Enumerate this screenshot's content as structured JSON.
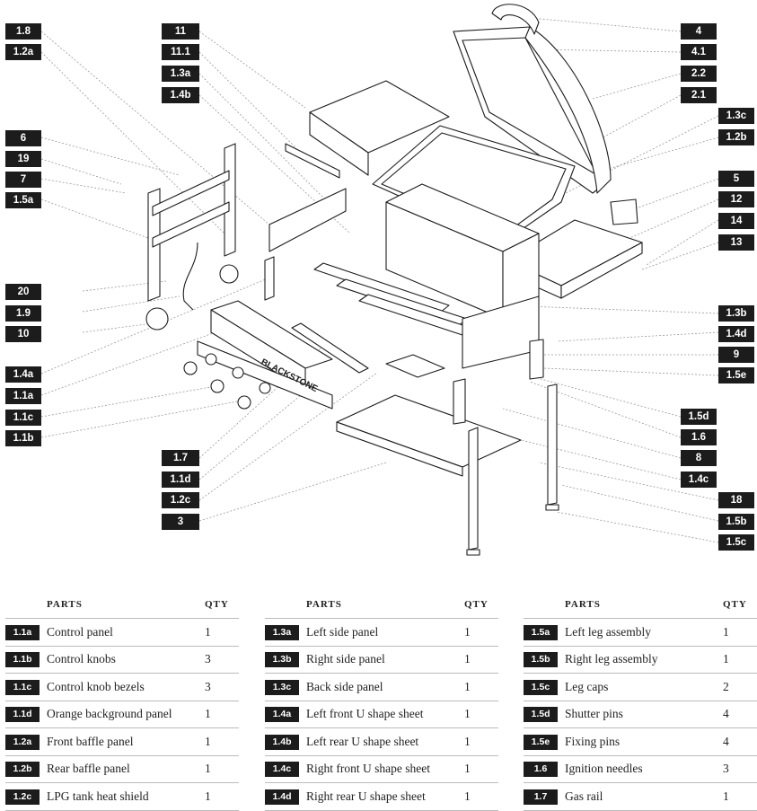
{
  "callouts_left": [
    "1.8",
    "1.2a",
    "6",
    "19",
    "7",
    "1.5a",
    "20",
    "1.9",
    "10",
    "1.4a",
    "1.1a",
    "1.1c",
    "1.1b"
  ],
  "callouts_mid": [
    "11",
    "11.1",
    "1.3a",
    "1.4b",
    "1.7",
    "1.1d",
    "1.2c",
    "3"
  ],
  "callouts_right": [
    "4",
    "4.1",
    "2.2",
    "2.1",
    "1.3c",
    "1.2b",
    "5",
    "12",
    "14",
    "13",
    "1.3b",
    "1.4d",
    "9",
    "1.5e",
    "1.5d",
    "1.6",
    "8",
    "1.4c",
    "18",
    "1.5b",
    "1.5c"
  ],
  "brand_text": "BLACKSTONE",
  "tables": [
    {
      "header": {
        "parts": "PARTS",
        "qty": "QTY"
      },
      "rows": [
        {
          "id": "1.1a",
          "name": "Control panel",
          "qty": "1"
        },
        {
          "id": "1.1b",
          "name": "Control knobs",
          "qty": "3"
        },
        {
          "id": "1.1c",
          "name": "Control knob bezels",
          "qty": "3"
        },
        {
          "id": "1.1d",
          "name": "Orange background panel",
          "qty": "1"
        },
        {
          "id": "1.2a",
          "name": "Front baffle panel",
          "qty": "1"
        },
        {
          "id": "1.2b",
          "name": "Rear baffle panel",
          "qty": "1"
        },
        {
          "id": "1.2c",
          "name": "LPG tank heat shield",
          "qty": "1"
        }
      ]
    },
    {
      "header": {
        "parts": "PARTS",
        "qty": "QTY"
      },
      "rows": [
        {
          "id": "1.3a",
          "name": "Left side panel",
          "qty": "1"
        },
        {
          "id": "1.3b",
          "name": "Right side panel",
          "qty": "1"
        },
        {
          "id": "1.3c",
          "name": "Back side panel",
          "qty": "1"
        },
        {
          "id": "1.4a",
          "name": "Left front U shape sheet",
          "qty": "1"
        },
        {
          "id": "1.4b",
          "name": "Left rear U shape sheet",
          "qty": "1"
        },
        {
          "id": "1.4c",
          "name": "Right front U shape sheet",
          "qty": "1"
        },
        {
          "id": "1.4d",
          "name": "Right rear U shape sheet",
          "qty": "1"
        }
      ]
    },
    {
      "header": {
        "parts": "PARTS",
        "qty": "QTY"
      },
      "rows": [
        {
          "id": "1.5a",
          "name": "Left leg assembly",
          "qty": "1"
        },
        {
          "id": "1.5b",
          "name": "Right leg assembly",
          "qty": "1"
        },
        {
          "id": "1.5c",
          "name": "Leg caps",
          "qty": "2"
        },
        {
          "id": "1.5d",
          "name": "Shutter pins",
          "qty": "4"
        },
        {
          "id": "1.5e",
          "name": "Fixing pins",
          "qty": "4"
        },
        {
          "id": "1.6",
          "name": "Ignition needles",
          "qty": "3"
        },
        {
          "id": "1.7",
          "name": "Gas rail",
          "qty": "1"
        }
      ]
    }
  ]
}
